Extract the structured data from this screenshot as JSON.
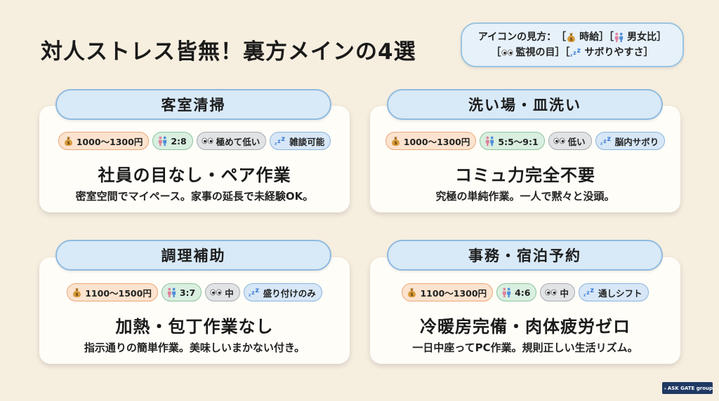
{
  "title": "対人ストレス皆無！裏方メインの4選",
  "legend": {
    "prefix": "アイコンの見方：",
    "items": [
      {
        "icon": "money-bag-icon",
        "label": "時給"
      },
      {
        "icon": "gender-icon",
        "label": "男女比"
      },
      {
        "icon": "eyes-icon",
        "label": "監視の目"
      },
      {
        "icon": "zzz-icon",
        "label": "サボりやすさ"
      }
    ]
  },
  "cards": [
    {
      "title": "客室清掃",
      "wage": "1000〜1300円",
      "ratio": "2:8",
      "watch": "極めて低い",
      "slack": "雑談可能",
      "headline": "社員の目なし・ペア作業",
      "desc": "密室空間でマイペース。家事の延長で未経験OK。"
    },
    {
      "title": "洗い場・皿洗い",
      "wage": "1000〜1300円",
      "ratio": "5:5〜9:1",
      "watch": "低い",
      "slack": "脳内サボり",
      "headline": "コミュ力完全不要",
      "desc": "究極の単純作業。一人で黙々と没頭。"
    },
    {
      "title": "調理補助",
      "wage": "1100〜1500円",
      "ratio": "3:7",
      "watch": "中",
      "slack": "盛り付けのみ",
      "headline": "加熱・包丁作業なし",
      "desc": "指示通りの簡単作業。美味しいまかない付き。"
    },
    {
      "title": "事務・宿泊予約",
      "wage": "1100〜1300円",
      "ratio": "4:6",
      "watch": "中",
      "slack": "通しシフト",
      "headline": "冷暖房完備・肉体疲労ゼロ",
      "desc": "一日中座ってPC作業。規則正しい生活リズム。"
    }
  ],
  "logo": {
    "text": "ASK GATE group"
  },
  "colors": {
    "background": "#f6eedf",
    "header_fill": "#d8e9f7",
    "header_border": "#8fbadf",
    "wage_badge": "#fbe3cf",
    "ratio_badge": "#d9efe0",
    "watch_badge": "#e1e3e5",
    "slack_badge": "#d7e7f7"
  }
}
